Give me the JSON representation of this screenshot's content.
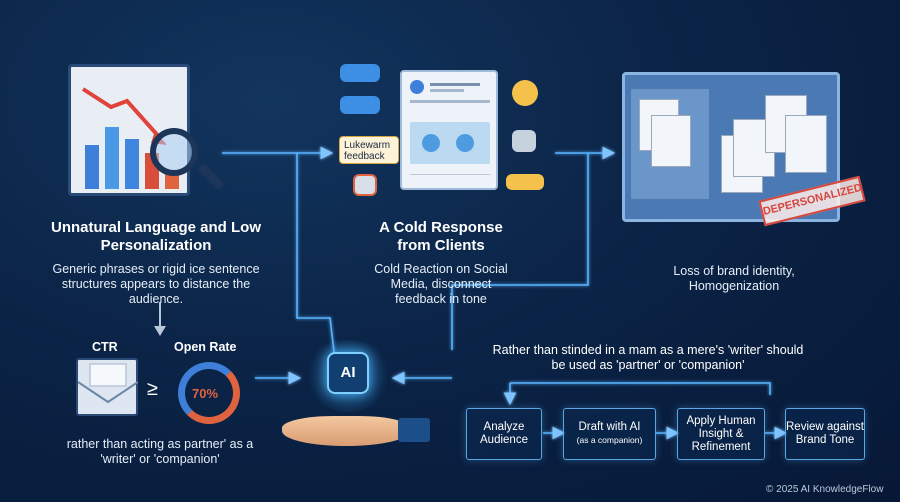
{
  "left_panel": {
    "title": "Unnatural Language and Low Personalization",
    "description": "Generic phrases or rigid ice sentence structures appears to distance the audience."
  },
  "middle_panel": {
    "bubble_label": "Lukewarm feedback",
    "title": "A Cold Response from Clients",
    "description": "Cold Reaction on Social Media, disconnect feedback in tone"
  },
  "right_panel": {
    "stamp": "DEPERSONALIZED",
    "description": "Loss of brand identity, Homogenization"
  },
  "metrics": {
    "ctr_label": "CTR",
    "open_rate_label": "Open Rate",
    "comparator": "≥",
    "gauge_value": "70%",
    "caption": "rather than acting as partner' as a 'writer' or 'companion'"
  },
  "ai_center": {
    "chip_label": "AI"
  },
  "workflow": {
    "heading": "Rather than stinded in a mam as a mere's 'writer' should be used as 'partner' or 'companion'",
    "steps": [
      {
        "label": "Analyze Audience",
        "sub": ""
      },
      {
        "label": "Draft with AI",
        "sub": "(as a companion)"
      },
      {
        "label": "Apply Human Insight & Refinement",
        "sub": ""
      },
      {
        "label": "Review against Brand Tone",
        "sub": ""
      }
    ]
  },
  "footer": {
    "copyright": "© 2025 AI KnowledgeFlow"
  },
  "colors": {
    "accent": "#5aa7e6",
    "glow": "#49b6ff",
    "stamp_red": "#d8463c",
    "background": "#0b2447"
  },
  "icons": [
    "declining-bar-chart-icon",
    "magnifier-icon",
    "chat-bubble-icon",
    "robot-icon",
    "emoji-icon",
    "document-stack-icon",
    "envelope-icon",
    "gauge-icon",
    "ai-brain-icon",
    "open-hand-icon"
  ]
}
